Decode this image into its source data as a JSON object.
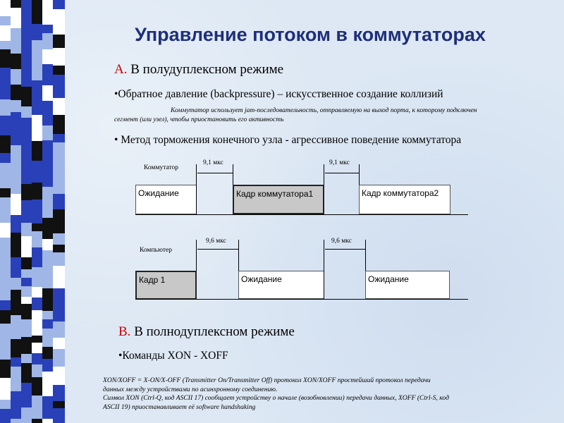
{
  "title": "Управление потоком в коммутаторах",
  "section_a": {
    "letter": "А.",
    "heading": " В полудуплексном режиме",
    "bullet1": "•Обратное давление (backpressure) – искусственное создание коллизий",
    "note_line1": "Коммутатор использует jam-последовательность, отправляемую на выход порта, к которому подключен",
    "note_line2": "сегмент (или узел), чтобы приостановить его активность",
    "bullet2": "• Метод торможения конечного узла - агрессивное поведение коммутатора"
  },
  "diagram": {
    "switch_label": "Коммутатор",
    "computer_label": "Компьютер",
    "switch_gap1": "9,1 мкс",
    "switch_gap2": "9,1 мкс",
    "comp_gap1": "9,6 мкс",
    "comp_gap2": "9,6 мкс",
    "switch_boxes": [
      "Ожидание",
      "Кадр коммутатора1",
      "Кадр коммутатора2"
    ],
    "computer_boxes": [
      "Кадр 1",
      "Ожидание",
      "Ожидание"
    ]
  },
  "section_b": {
    "letter": "В.",
    "heading": " В полнодуплексном режиме",
    "bullet1": "•Команды XON - XOFF"
  },
  "footnote": {
    "line1": "XON/XOFF = X-ON/X-OFF (Transmitter On/Transmitter Off) протокол XON/XOFF простейший протокол передачи",
    "line2": "данных между устройствами по асинхронному соединению.",
    "line3": "Символ XON (Ctrl-Q, код ASCII 17) сообщает устройству о начале (возобновлении) передачи данных, XOFF (Ctrl-S, код",
    "line4": "ASCII 19) приостанавливает её software handshaking"
  },
  "colors": {
    "title": "#1f2f7a",
    "accent_letter": "#cc0000",
    "stripe_blue": "#2a40b8",
    "stripe_light": "#9fb6e6",
    "stripe_black": "#111111",
    "stripe_white": "#ffffff"
  }
}
